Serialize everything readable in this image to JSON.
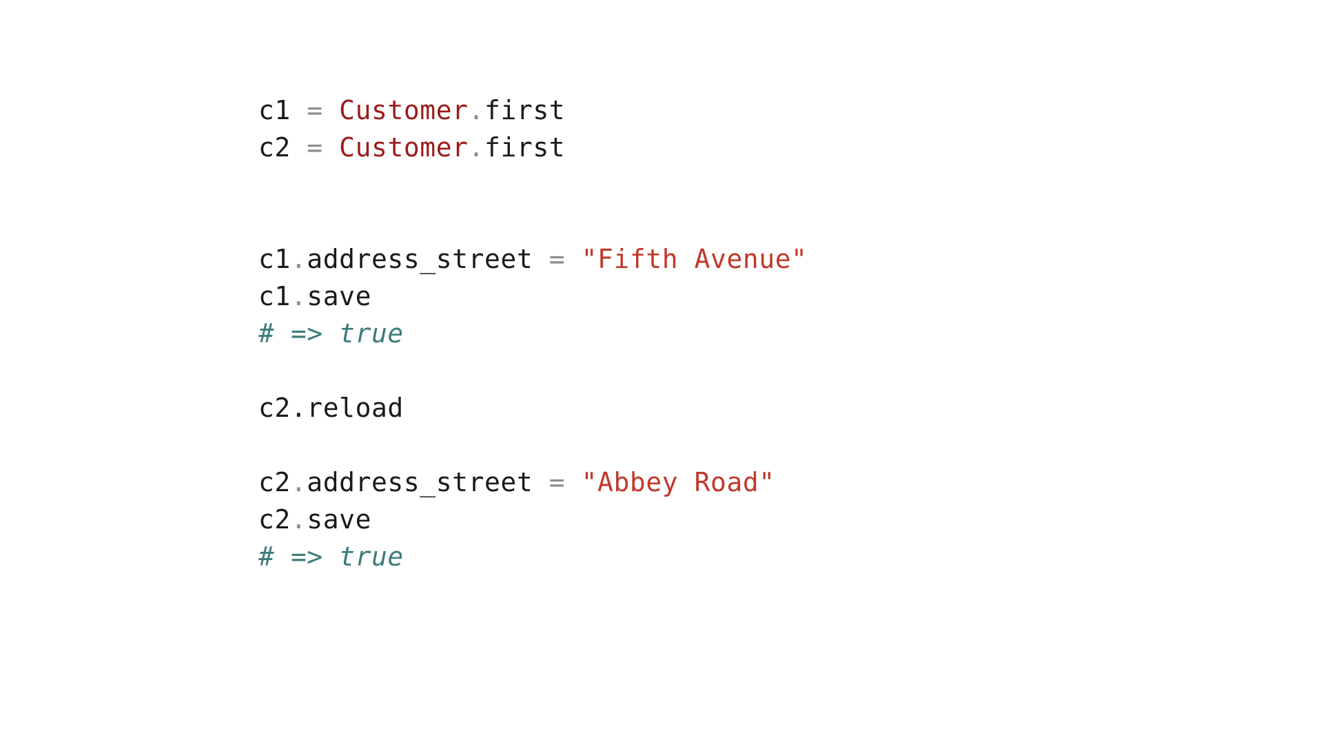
{
  "page": {
    "kind": "code-snippet-slide",
    "language": "ruby",
    "background_color": "#ffffff"
  },
  "palette": {
    "text": "#1a1a1a",
    "operator": "#8c8c8c",
    "class_name": "#9b1c1c",
    "string_literal": "#c0392b",
    "comment": "#3d7c7c"
  },
  "code": {
    "blocks": [
      {
        "name": "load-two-records",
        "lines": [
          {
            "name": "assign-c1",
            "tokens": [
              {
                "text": "c1",
                "style": "plain"
              },
              {
                "text": " ",
                "style": "plain"
              },
              {
                "text": "=",
                "style": "op"
              },
              {
                "text": " ",
                "style": "plain"
              },
              {
                "text": "Customer",
                "style": "class"
              },
              {
                "text": ".",
                "style": "op"
              },
              {
                "text": "first",
                "style": "plain"
              }
            ]
          },
          {
            "name": "assign-c2",
            "tokens": [
              {
                "text": "c2",
                "style": "plain"
              },
              {
                "text": " ",
                "style": "plain"
              },
              {
                "text": "=",
                "style": "op"
              },
              {
                "text": " ",
                "style": "plain"
              },
              {
                "text": "Customer",
                "style": "class"
              },
              {
                "text": ".",
                "style": "op"
              },
              {
                "text": "first",
                "style": "plain"
              }
            ]
          }
        ],
        "blank_lines_after": 2
      },
      {
        "name": "update-and-save-c1",
        "lines": [
          {
            "name": "set-c1-address-street",
            "tokens": [
              {
                "text": "c1",
                "style": "plain"
              },
              {
                "text": ".",
                "style": "op"
              },
              {
                "text": "address_street",
                "style": "plain"
              },
              {
                "text": " ",
                "style": "plain"
              },
              {
                "text": "=",
                "style": "op"
              },
              {
                "text": " ",
                "style": "plain"
              },
              {
                "text": "\"Fifth Avenue\"",
                "style": "string"
              }
            ]
          },
          {
            "name": "call-c1-save",
            "tokens": [
              {
                "text": "c1",
                "style": "plain"
              },
              {
                "text": ".",
                "style": "op"
              },
              {
                "text": "save",
                "style": "plain"
              }
            ]
          },
          {
            "name": "result-comment-c1-save",
            "tokens": [
              {
                "text": "# => true",
                "style": "comment"
              }
            ]
          }
        ],
        "blank_lines_after": 1
      },
      {
        "name": "reload-c2",
        "lines": [
          {
            "name": "call-c2-reload",
            "tokens": [
              {
                "text": "c2",
                "style": "plain"
              },
              {
                "text": ".",
                "style": "dot-dark"
              },
              {
                "text": "reload",
                "style": "plain"
              }
            ]
          }
        ],
        "blank_lines_after": 1
      },
      {
        "name": "update-and-save-c2",
        "lines": [
          {
            "name": "set-c2-address-street",
            "tokens": [
              {
                "text": "c2",
                "style": "plain"
              },
              {
                "text": ".",
                "style": "op"
              },
              {
                "text": "address_street",
                "style": "plain"
              },
              {
                "text": " ",
                "style": "plain"
              },
              {
                "text": "=",
                "style": "op"
              },
              {
                "text": " ",
                "style": "plain"
              },
              {
                "text": "\"Abbey Road\"",
                "style": "string"
              }
            ]
          },
          {
            "name": "call-c2-save",
            "tokens": [
              {
                "text": "c2",
                "style": "plain"
              },
              {
                "text": ".",
                "style": "op"
              },
              {
                "text": "save",
                "style": "plain"
              }
            ]
          },
          {
            "name": "result-comment-c2-save",
            "tokens": [
              {
                "text": "# => true",
                "style": "comment"
              }
            ]
          }
        ],
        "blank_lines_after": 0
      }
    ]
  }
}
